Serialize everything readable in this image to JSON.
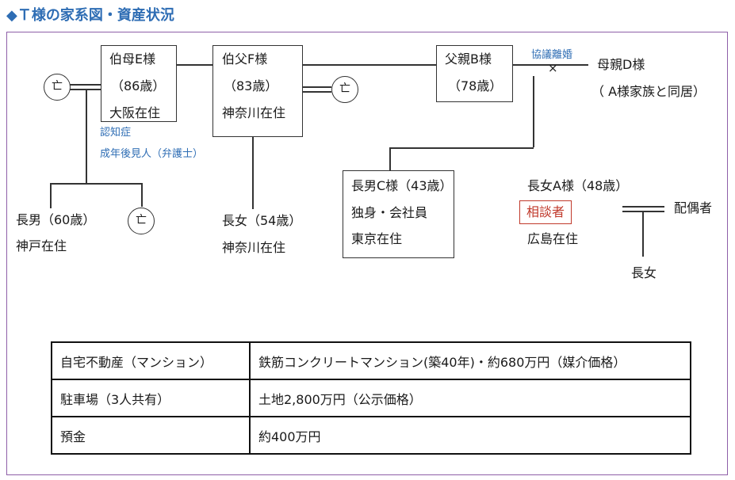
{
  "title": "◆Ｔ様の家系図・資産状況",
  "deceased_mark": "亡",
  "aunt_e": {
    "name": "伯母E様",
    "age": "（86歳）",
    "residence": "大阪在住"
  },
  "uncle_f": {
    "name": "伯父F様",
    "age": "（83歳）",
    "residence": "神奈川在住"
  },
  "father_b": {
    "name": "父親B様",
    "age": "（78歳）"
  },
  "divorce_note": "協議離婚",
  "divorce_mark": "×",
  "mother_d": {
    "name": "母親D様",
    "note": "（ A様家族と同居）"
  },
  "aunt_notes": {
    "dementia": "認知症",
    "guardian": "成年後見人（弁護士）"
  },
  "aunt_son": {
    "name": "長男（60歳）",
    "residence": "神戸在住"
  },
  "uncle_daughter": {
    "name": "長女（54歳）",
    "residence": "神奈川在住"
  },
  "son_c": {
    "name": "長男C様（43歳）",
    "status": "独身・会社員",
    "residence": "東京在住"
  },
  "daughter_a": {
    "name": "長女A様（48歳）",
    "role": "相談者",
    "residence": "広島在住"
  },
  "spouse": {
    "label": "配偶者"
  },
  "grandchild": {
    "label": "長女"
  },
  "colors": {
    "accent": "#2e6db4",
    "frame": "#8e5fa8",
    "consultant": "#c0392b"
  },
  "assets": [
    {
      "item": "自宅不動産（マンション）",
      "detail": "鉄筋コンクリートマンション(築40年)・約680万円（媒介価格）"
    },
    {
      "item": "駐車場（3人共有）",
      "detail": "土地2,800万円（公示価格）"
    },
    {
      "item": "預金",
      "detail": "約400万円"
    }
  ]
}
